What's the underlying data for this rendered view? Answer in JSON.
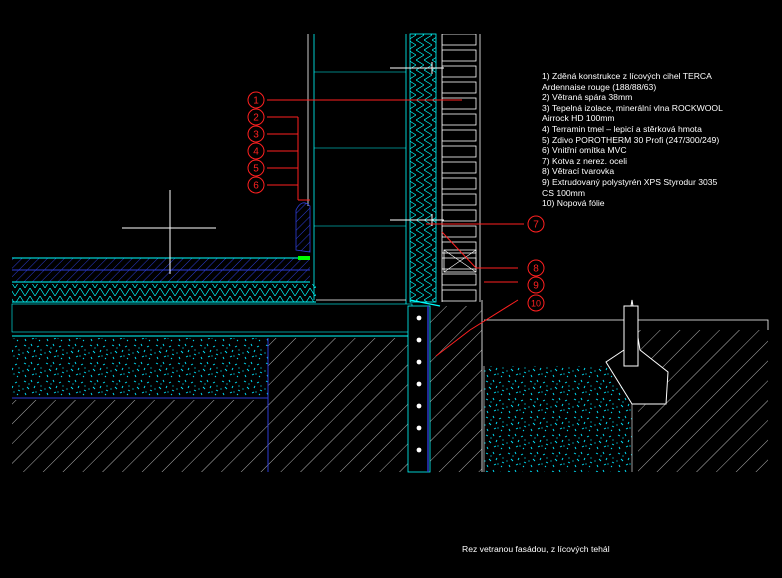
{
  "legend": [
    "1) Zděná konstrukce z lícových cihel TERCA",
    "Ardennaise rouge (188/88/63)",
    "2) Větraná spára 38mm",
    "3) Tepelná izolace, minerální vlna ROCKWOOL",
    "Airrock HD 100mm",
    "4) Terramin tmel – lepicí a stěrková hmota",
    "5) Zdivo POROTHERM 30 Profi (247/300/249)",
    "6) Vnitřní omítka MVC",
    "7) Kotva z nerez. oceli",
    "8) Větrací tvarovka",
    "9) Extrudovaný polystyrén XPS Styrodur 3035",
    "CS 100mm",
    "10) Nopová fólie"
  ],
  "callouts_left": [
    "1",
    "2",
    "3",
    "4",
    "5",
    "6"
  ],
  "callouts_right": [
    "7",
    "8",
    "9",
    "10"
  ],
  "caption": "Rez vetranou fasádou, z lícových tehál",
  "colors": {
    "background": "#000000",
    "callout": "#ff2020",
    "outline": "#ffffff",
    "hatch": "#2d3dd6",
    "insulation": "#00ffff",
    "aggregate": "#00e5ff",
    "green_mark": "#00ff00"
  }
}
